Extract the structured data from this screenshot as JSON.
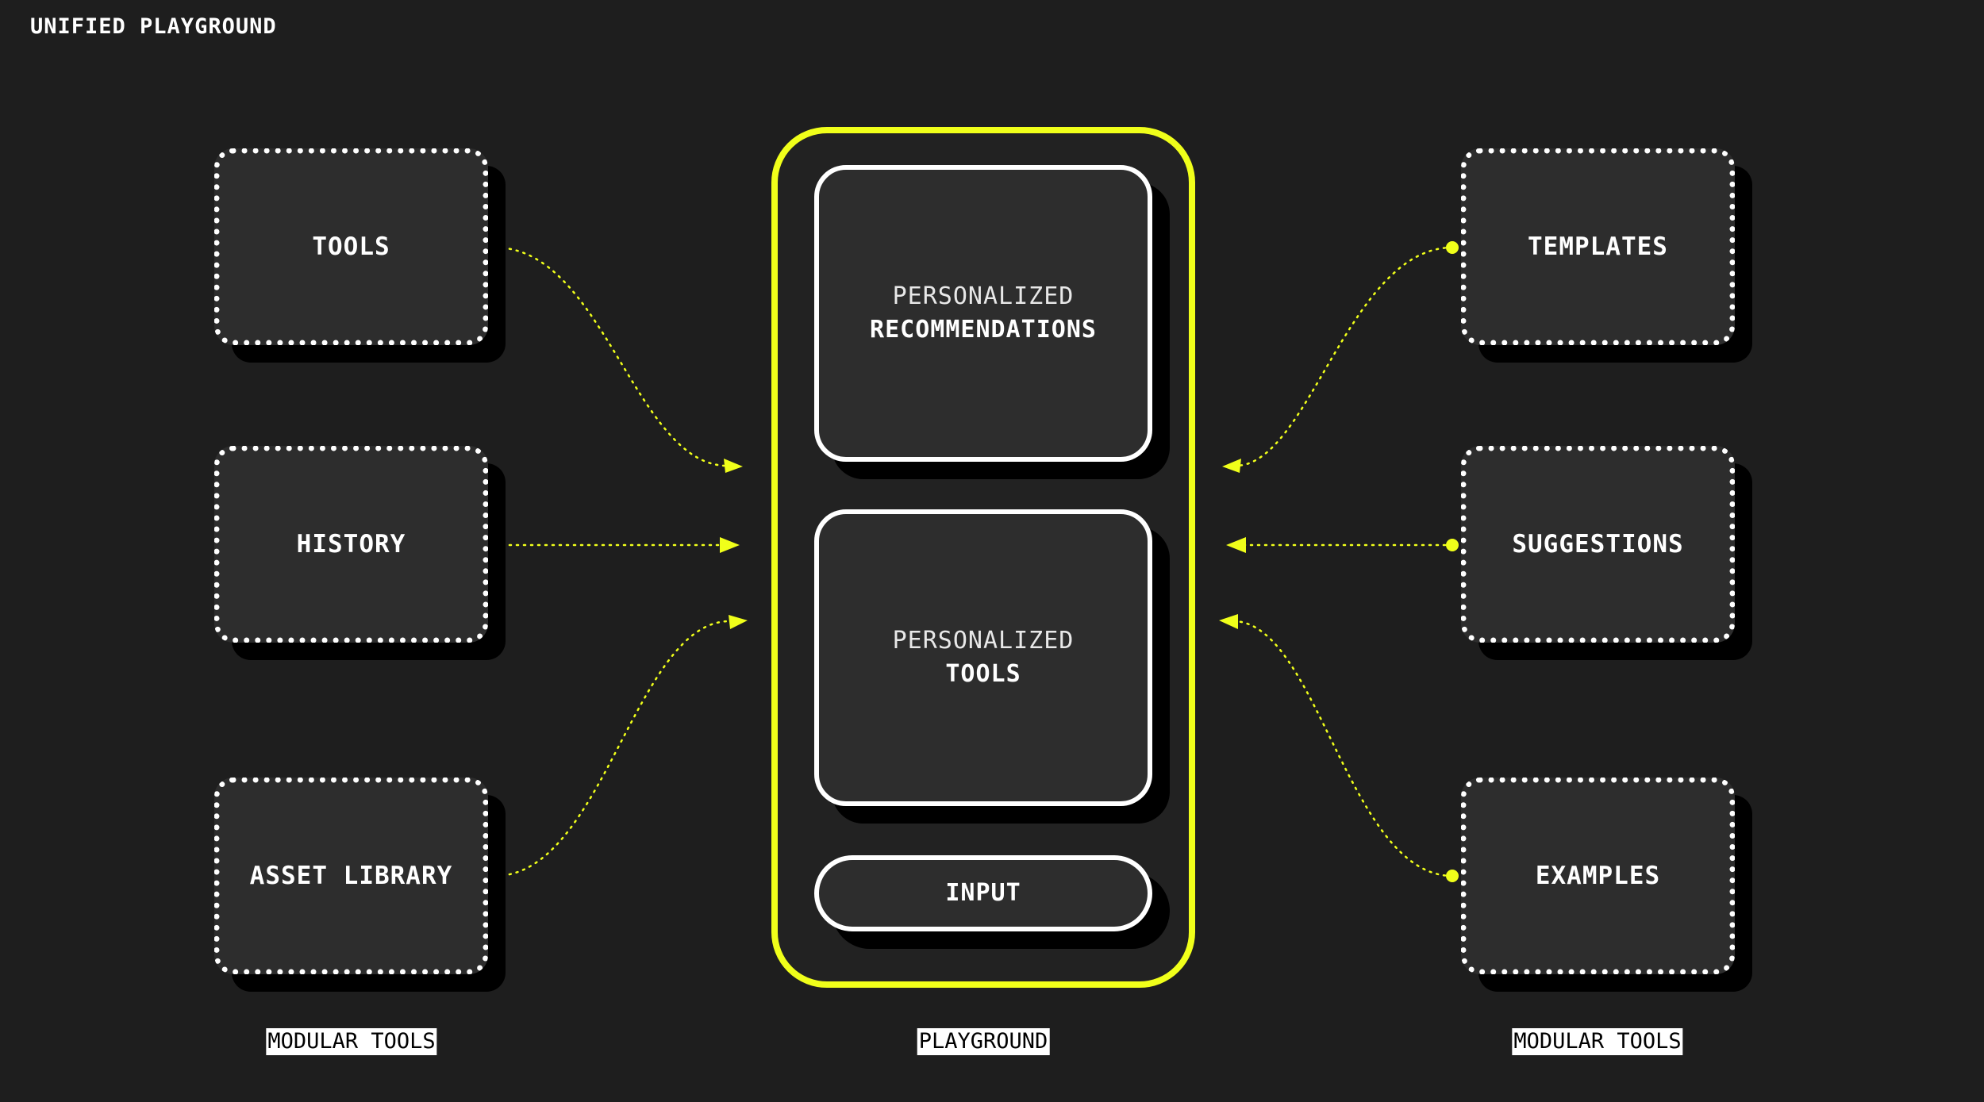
{
  "page_title": "UNIFIED PLAYGROUND",
  "colors": {
    "background": "#1e1e1e",
    "accent": "#f0ff1a",
    "module_fill": "#2d2d2d",
    "outline": "#ffffff",
    "shadow": "#000000"
  },
  "left_modules": [
    {
      "label": "TOOLS"
    },
    {
      "label": "HISTORY"
    },
    {
      "label": "ASSET LIBRARY"
    }
  ],
  "right_modules": [
    {
      "label": "TEMPLATES"
    },
    {
      "label": "SUGGESTIONS"
    },
    {
      "label": "EXAMPLES"
    }
  ],
  "playground": {
    "recommendations": {
      "light": "PERSONALIZED",
      "bold": "RECOMMENDATIONS"
    },
    "tools": {
      "light": "PERSONALIZED",
      "bold": "TOOLS"
    },
    "input": {
      "label": "INPUT"
    }
  },
  "captions": {
    "left": "MODULAR TOOLS",
    "center": "PLAYGROUND",
    "right": "MODULAR TOOLS"
  }
}
